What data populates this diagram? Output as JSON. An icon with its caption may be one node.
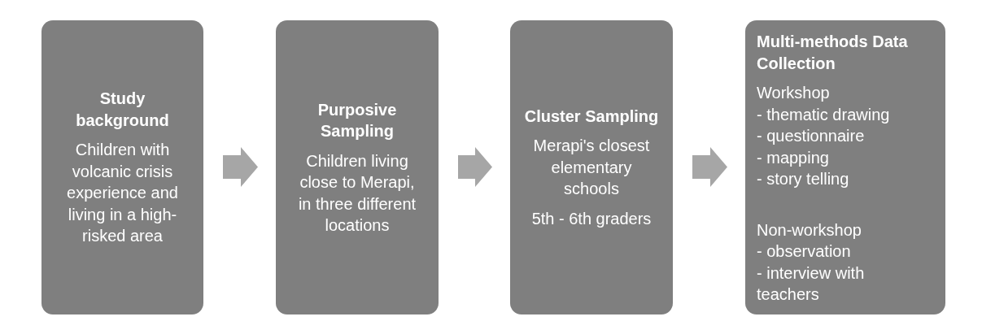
{
  "diagram": {
    "nodes": [
      {
        "text": [
          "Study background",
          "Children with volcanic crisis experience and living in a high-risked area"
        ]
      },
      {
        "text": [
          "Purposive Sampling",
          "Children living close to Merapi, in three different locations"
        ]
      },
      {
        "text": [
          "Cluster Sampling",
          "Merapi's closest elementary schools",
          "5th - 6th graders"
        ]
      },
      {
        "text": [
          "Multi-methods Data Collection",
          "Workshop",
          "- thematic drawing",
          "- questionnaire",
          "- mapping",
          "- story telling",
          "Non-workshop",
          "- observation",
          "- interview with teachers"
        ]
      }
    ],
    "edges": [
      {
        "from": 0,
        "to": 1,
        "arrow": "to"
      },
      {
        "from": 1,
        "to": 2,
        "arrow": "to"
      },
      {
        "from": 2,
        "to": 3,
        "arrow": "to"
      }
    ]
  }
}
